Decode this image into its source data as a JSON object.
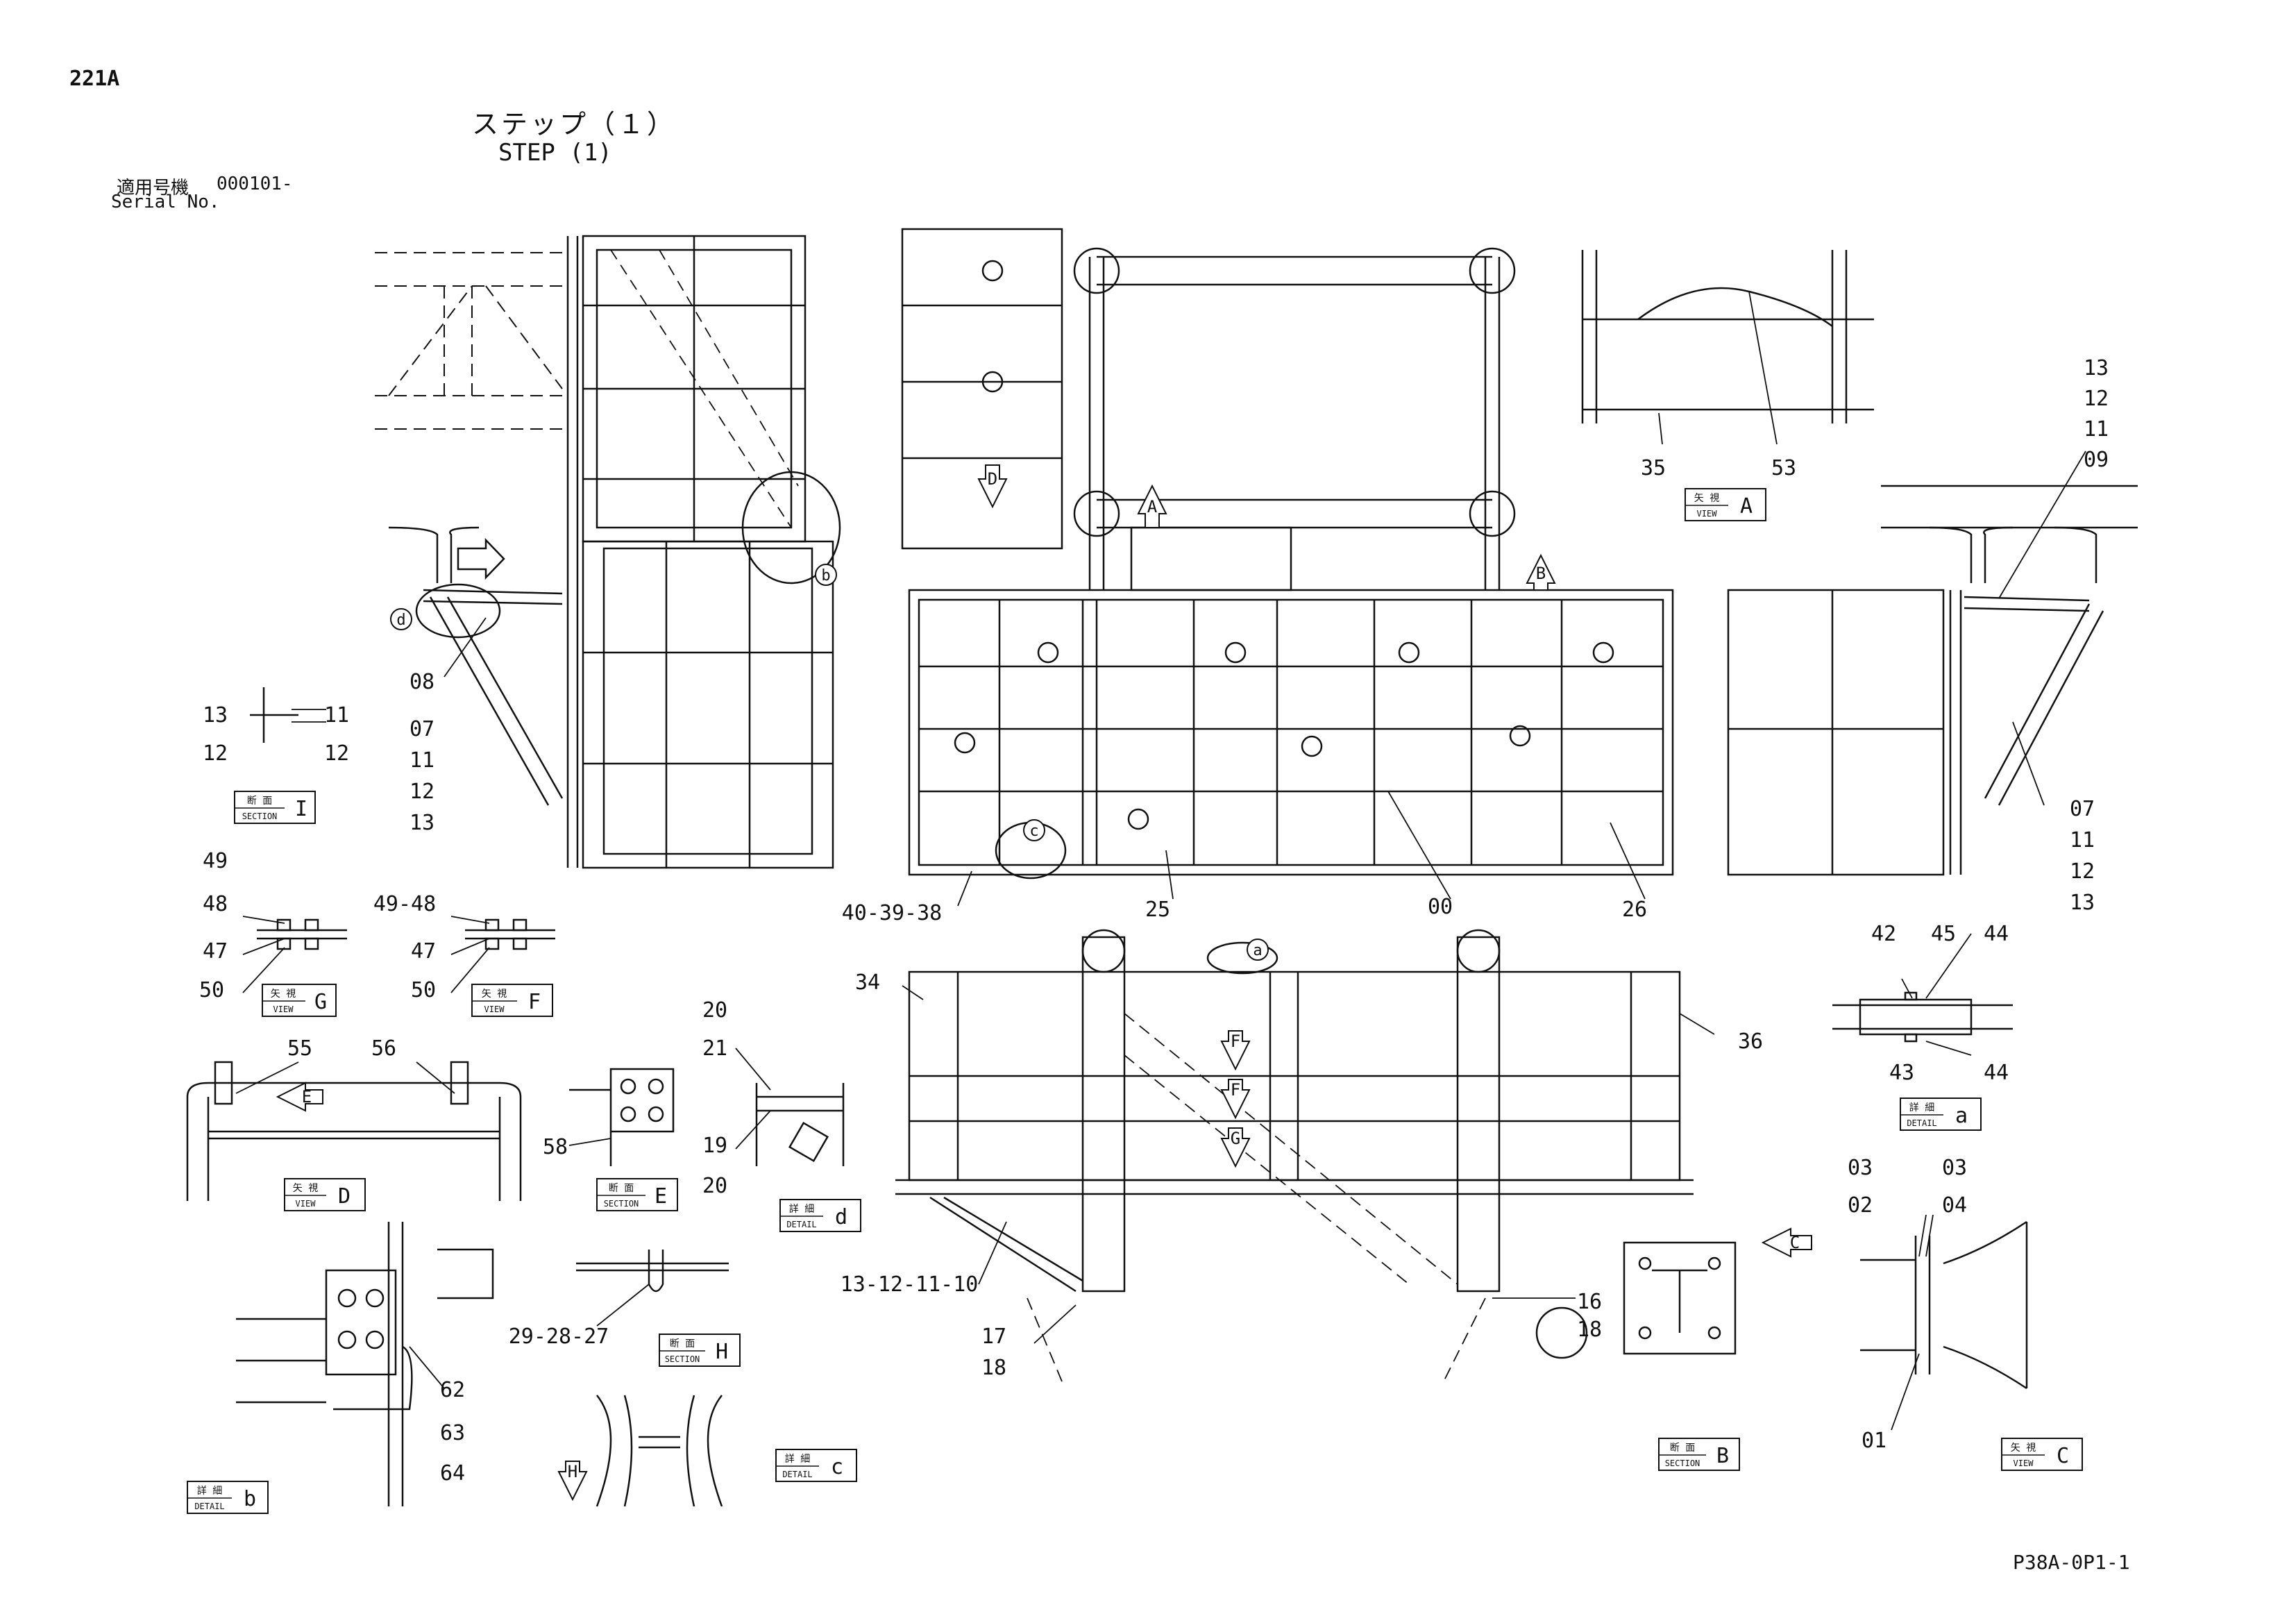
{
  "header": {
    "page_code": "221A",
    "title_jp": "ステップ（１）",
    "title_en": "STEP (1)",
    "serial_label_jp": "適用号機",
    "serial_label_en": "Serial No.",
    "serial_value": "000101-"
  },
  "footer": {
    "page_ref": "P38A-0P1-1"
  },
  "view_tags": {
    "section_I": {
      "jp": "断 面",
      "en": "SECTION",
      "letter": "I"
    },
    "view_G": {
      "jp": "矢 視",
      "en": "VIEW",
      "letter": "G"
    },
    "view_F": {
      "jp": "矢 視",
      "en": "VIEW",
      "letter": "F"
    },
    "view_D": {
      "jp": "矢 視",
      "en": "VIEW",
      "letter": "D"
    },
    "section_E": {
      "jp": "断 面",
      "en": "SECTION",
      "letter": "E"
    },
    "detail_d": {
      "jp": "詳 細",
      "en": "DETAIL",
      "letter": "d"
    },
    "section_H": {
      "jp": "断 面",
      "en": "SECTION",
      "letter": "H"
    },
    "detail_c": {
      "jp": "詳 細",
      "en": "DETAIL",
      "letter": "c"
    },
    "detail_b": {
      "jp": "詳 細",
      "en": "DETAIL",
      "letter": "b"
    },
    "view_A": {
      "jp": "矢 視",
      "en": "VIEW",
      "letter": "A"
    },
    "detail_a": {
      "jp": "詳 細",
      "en": "DETAIL",
      "letter": "a"
    },
    "section_B": {
      "jp": "断 面",
      "en": "SECTION",
      "letter": "B"
    },
    "view_C": {
      "jp": "矢 視",
      "en": "VIEW",
      "letter": "C"
    }
  },
  "arrows": {
    "A": "A",
    "B": "B",
    "C": "C",
    "D": "D",
    "E": "E",
    "F": "F",
    "G": "G",
    "H": "H"
  },
  "detail_circles": {
    "a": "a",
    "b": "b",
    "c": "c",
    "d": "d"
  },
  "callouts": {
    "left_08": "08",
    "left_07": "07",
    "left_11": "11",
    "left_12": "12",
    "left_13": "13",
    "secI_13": "13",
    "secI_12": "12",
    "secI_11": "11",
    "secI_12b": "12",
    "g_49": "49",
    "g_48": "48",
    "g_47": "47",
    "g_50": "50",
    "f_4948": "49-48",
    "f_47": "47",
    "f_50": "50",
    "d_55": "55",
    "d_56": "56",
    "e_58": "58",
    "dd_20a": "20",
    "dd_21": "21",
    "dd_19": "19",
    "dd_20b": "20",
    "h_292827": "29-28-27",
    "b_62": "62",
    "b_63": "63",
    "b_64": "64",
    "top_403938": "40-39-38",
    "top_25": "25",
    "top_00": "00",
    "top_26": "26",
    "va_35": "35",
    "va_53": "53",
    "r_13": "13",
    "r_12": "12",
    "r_11": "11",
    "r_09": "09",
    "r_07": "07",
    "r_11b": "11",
    "r_12b": "12",
    "r_13b": "13",
    "front_34": "34",
    "front_36": "36",
    "front_13121110": "13-12-11-10",
    "front_17": "17",
    "front_18": "18",
    "front_16": "16",
    "front_18b": "18",
    "a_42": "42",
    "a_45": "45",
    "a_44": "44",
    "a_43": "43",
    "a_44b": "44",
    "c_03a": "03",
    "c_02": "02",
    "c_03b": "03",
    "c_04": "04",
    "c_01": "01"
  }
}
